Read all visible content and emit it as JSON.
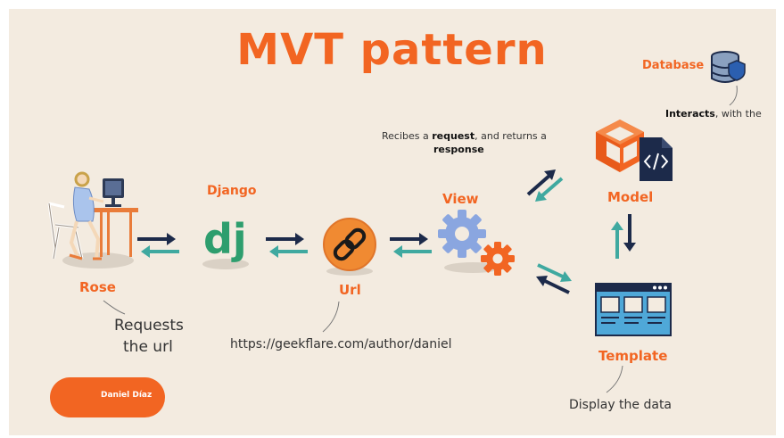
{
  "title": "MVT pattern",
  "nodes": {
    "rose": {
      "label": "Rose",
      "caption_line1": "Requests",
      "caption_line2": "the url"
    },
    "django": {
      "label": "Django",
      "logo_text": "dj"
    },
    "url": {
      "label": "Url",
      "caption": "https://geekflare.com/author/daniel"
    },
    "view": {
      "label": "View",
      "note_line1_prefix": "Recibes a ",
      "note_line1_bold": "request",
      "note_line1_suffix": ", and returns a",
      "note_line2_bold": "response"
    },
    "model": {
      "label": "Model"
    },
    "database": {
      "label": "Database",
      "note_bold": "Interacts",
      "note_suffix": ", with the"
    },
    "template": {
      "label": "Template",
      "caption": "Display the data"
    }
  },
  "author": {
    "name": "Daniel Díaz"
  },
  "colors": {
    "orange": "#f26522",
    "navy": "#1c2a4a",
    "teal": "#3fa9a0",
    "django_green": "#2e9e6e",
    "gear_blue": "#8aa6e0",
    "window_blue": "#4fa8d8",
    "background": "#f3ebe0"
  },
  "icons": [
    "person-at-desk-icon",
    "django-logo-icon",
    "link-icon",
    "gears-icon",
    "cube-icon",
    "code-file-icon",
    "database-icon",
    "browser-window-icon",
    "avatar-icon"
  ]
}
